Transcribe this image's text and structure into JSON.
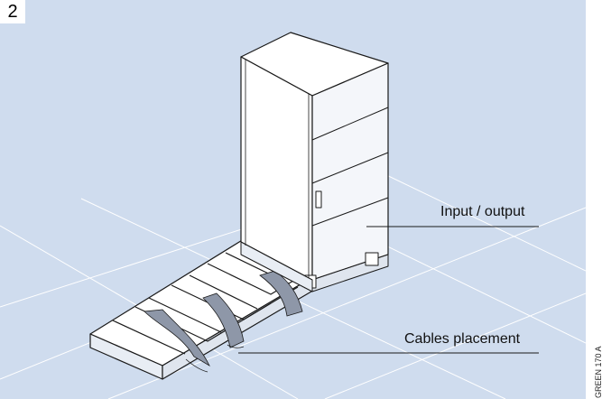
{
  "figure": {
    "number": "2",
    "reference_code": "GREEN 170 A"
  },
  "callouts": {
    "input_output": "Input / output",
    "cables_placement": "Cables placement"
  },
  "colors": {
    "background": "#cfdcee",
    "cabinet_fill": "#ffffff",
    "outline": "#1a1a1a",
    "floor_grid": "#ffffff",
    "cable_fill": "#8e97a8"
  }
}
